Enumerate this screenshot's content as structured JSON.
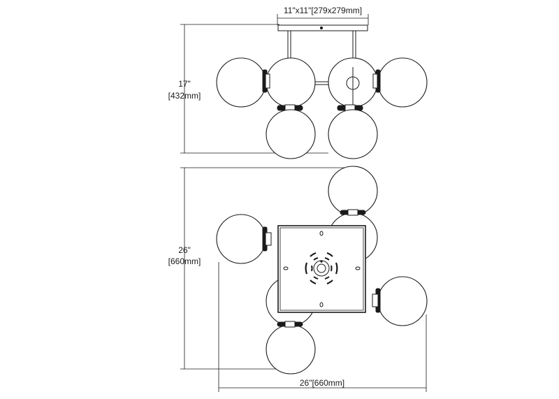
{
  "dimensions": {
    "canopy": "11\"x11\"[279x279mm]",
    "height_in": "17\"",
    "height_mm": "[432mm]",
    "depth_in": "26\"",
    "depth_mm": "[660mm]",
    "width": "26\"[660mm]"
  }
}
